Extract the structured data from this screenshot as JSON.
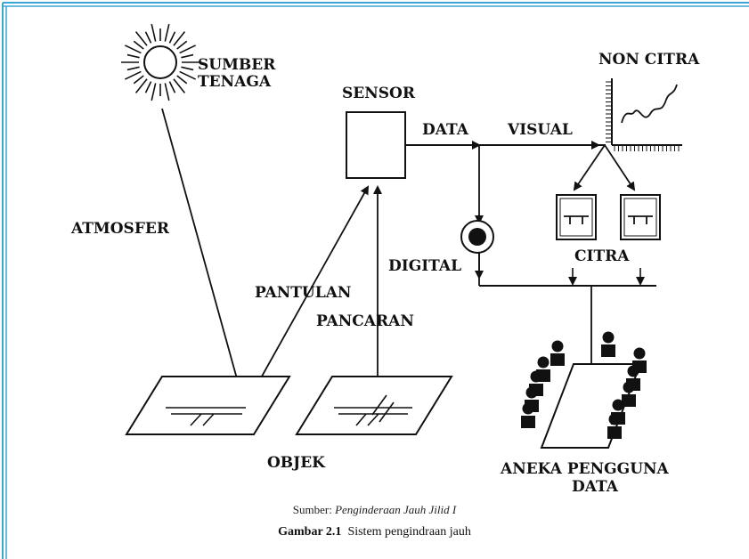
{
  "colors": {
    "frame_border": "#3aa7d6",
    "ink": "#111111",
    "background": "#ffffff"
  },
  "labels": {
    "sumber_line1": "SUMBER",
    "sumber_line2": "TENAGA",
    "sensor": "SENSOR",
    "data": "DATA",
    "visual": "VISUAL",
    "non_citra": "NON CITRA",
    "atmosfer": "ATMOSFER",
    "digital": "DIGITAL",
    "citra": "CITRA",
    "pantulan": "PANTULAN",
    "pancaran": "PANCARAN",
    "objek": "OBJEK",
    "aneka_line1": "ANEKA PENGGUNA",
    "aneka_line2": "DATA"
  },
  "caption": {
    "source_prefix": "Sumber: ",
    "source_title": "Penginderaan Jauh Jilid I",
    "figure_number": "Gambar 2.1",
    "figure_title": "Sistem pengindraan jauh"
  },
  "icons": [
    "sun-icon",
    "sensor-box",
    "digital-disk-icon",
    "image-frame-icon",
    "line-graph-icon",
    "user-figure-icon"
  ]
}
